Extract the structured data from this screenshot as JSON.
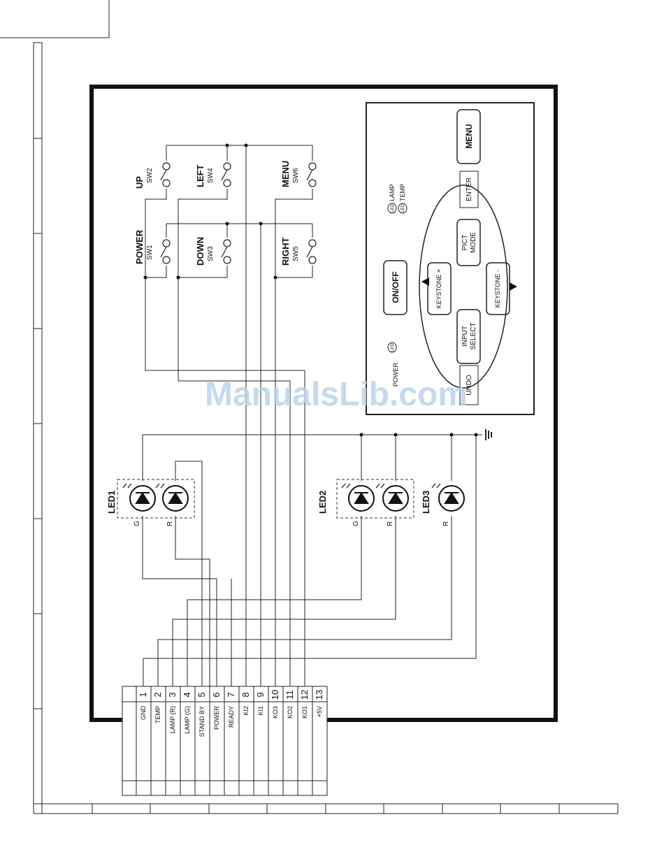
{
  "watermark": "ManualsLib.com",
  "connector": {
    "pins": [
      {
        "num": "1",
        "name": "GND"
      },
      {
        "num": "2",
        "name": "TEMP"
      },
      {
        "num": "3",
        "name": "LAMP (R)"
      },
      {
        "num": "4",
        "name": "LAMP (G)"
      },
      {
        "num": "5",
        "name": "STAND BY"
      },
      {
        "num": "6",
        "name": "POWER"
      },
      {
        "num": "7",
        "name": "READY"
      },
      {
        "num": "8",
        "name": "KI2"
      },
      {
        "num": "9",
        "name": "KI1"
      },
      {
        "num": "10",
        "name": "KO3"
      },
      {
        "num": "11",
        "name": "KO2"
      },
      {
        "num": "12",
        "name": "KO1"
      },
      {
        "num": "13",
        "name": "+5V"
      }
    ]
  },
  "switches": [
    {
      "name": "POWER",
      "ref": "SW1"
    },
    {
      "name": "UP",
      "ref": "SW2"
    },
    {
      "name": "DOWN",
      "ref": "SW3"
    },
    {
      "name": "LEFT",
      "ref": "SW4"
    },
    {
      "name": "RIGHT",
      "ref": "SW5"
    },
    {
      "name": "MENU",
      "ref": "SW6"
    }
  ],
  "leds": {
    "led1": "LED1",
    "led2": "LED2",
    "led3": "LED3",
    "g": "G",
    "r": "R"
  },
  "panel": {
    "on_off": "ON/OFF",
    "menu": "MENU",
    "enter": "ENTER",
    "pict_1": "PICT",
    "pict_2": "MODE",
    "keystone_plus": "KEYSTONE +",
    "keystone_minus": "KEYSTONE -",
    "input_1": "INPUT",
    "input_2": "SELECT",
    "undo_partial": "UNDO",
    "lamp": "LAMP",
    "temp": "TEMP",
    "power": "POWER",
    "led_badge": "LED"
  }
}
